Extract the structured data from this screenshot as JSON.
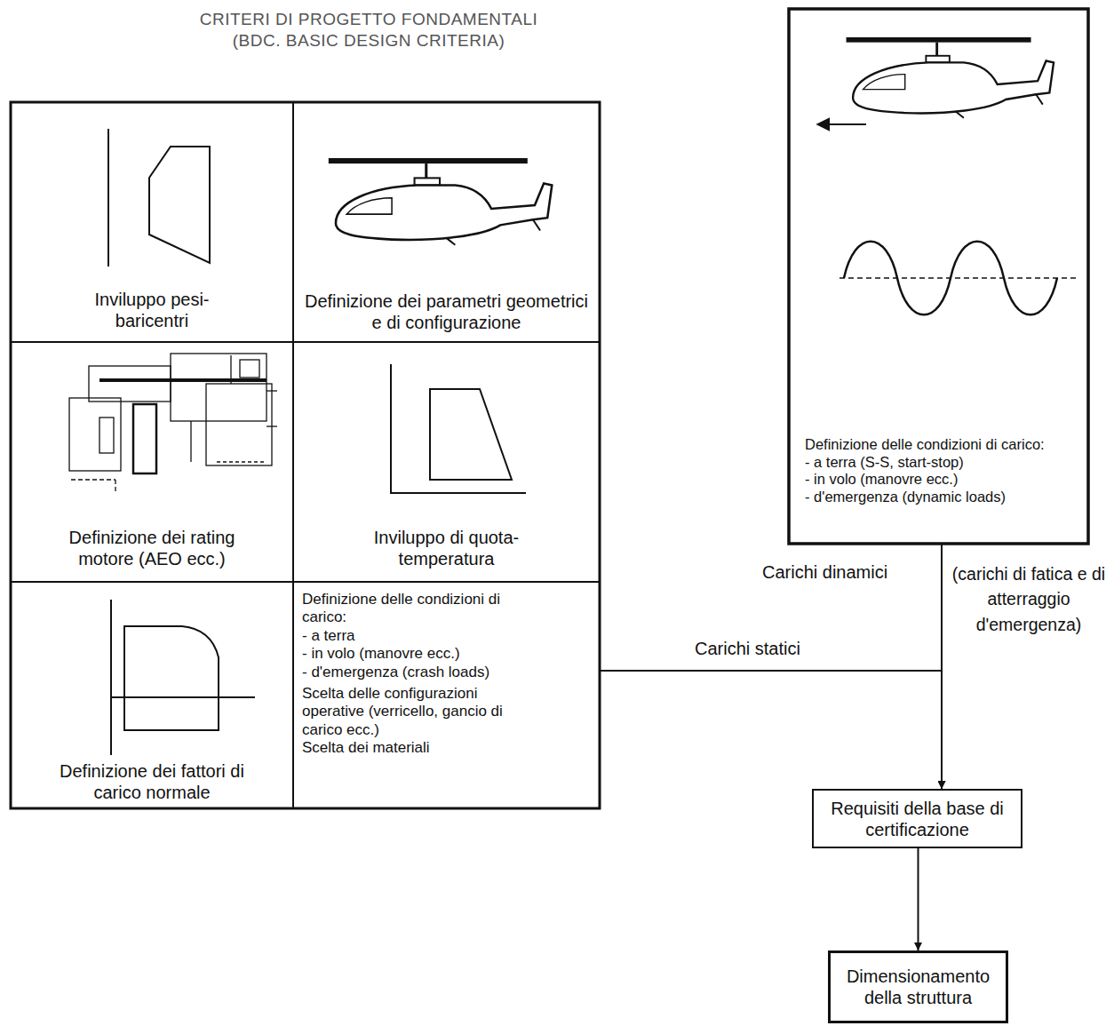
{
  "diagram": {
    "title": "CRITERI DI PROGETTO FONDAMENTALI (BDC. BASIC DESIGN CRITERIA)",
    "nodes": [
      {
        "text": [
          "Inviluppo pesi-baricentri"
        ]
      },
      {
        "text": [
          "Definizione dei parametri geometrici e di configurazione"
        ]
      },
      {
        "text": [
          "Definizione dei rating motore (AEO ecc.)"
        ]
      },
      {
        "text": [
          "Inviluppo di quota-temperatura"
        ]
      },
      {
        "text": [
          "Definizione dei fattori di carico normale"
        ]
      },
      {
        "text": [
          "Definizione delle condizioni di carico:",
          "- a terra",
          "- in volo (manovre ecc.)",
          "- d'emergenza (crash loads)",
          "Scelta delle configurazioni operative (verricello, gancio di carico ecc.)",
          "Scelta dei materiali"
        ]
      },
      {
        "text": [
          "Definizione delle condizioni di carico:",
          "- a terra (S-S, start-stop)",
          "- in volo (manovre ecc.)",
          "- d'emergenza (dynamic loads)"
        ]
      },
      {
        "text": [
          "Requisiti della base di certificazione"
        ]
      },
      {
        "text": [
          "Dimensionamento della struttura"
        ]
      }
    ],
    "edges": [
      {
        "from": 5,
        "to": 7,
        "arrow": "to",
        "label": "Carichi statici"
      },
      {
        "from": 6,
        "to": 7,
        "arrow": "to",
        "label": "Carichi dinamici"
      },
      {
        "from": 7,
        "to": 8,
        "arrow": "to"
      }
    ],
    "labels": [
      "(carichi di fatica e di atterraggio d'emergenza)"
    ]
  }
}
